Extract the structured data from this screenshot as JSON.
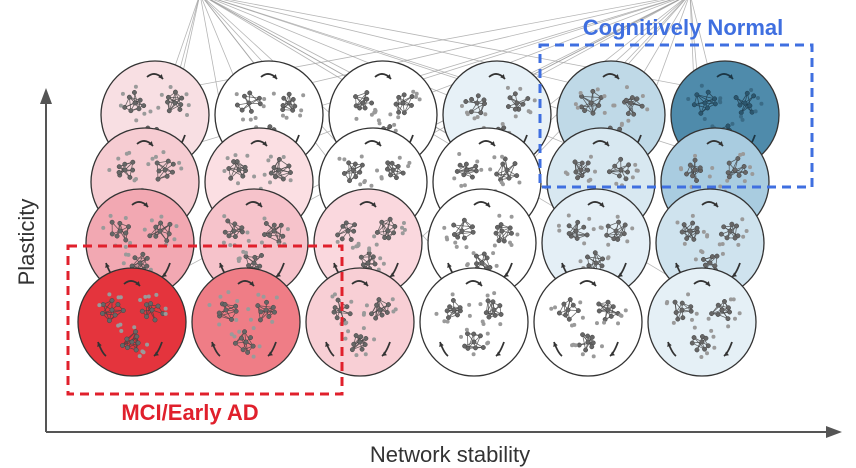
{
  "labels": {
    "x_axis": "Network stability",
    "y_axis": "Plasticity",
    "top_right_group": "Cognitively Normal",
    "bottom_left_group": "MCI/Early AD"
  },
  "colors": {
    "normal_accent": "#3f6fe0",
    "ad_accent": "#e0202c",
    "axis": "#555555",
    "network_line": "#9e9e9e",
    "ring": "#333333"
  },
  "grid": {
    "rows": 4,
    "columns": 6,
    "fills": [
      [
        "#f8dfe3",
        "#ffffff",
        "#ffffff",
        "#e7f1f7",
        "#bfd9e7",
        "#4f8bab"
      ],
      [
        "#f6ccd2",
        "#fbdfe3",
        "#ffffff",
        "#ffffff",
        "#d8e8f1",
        "#a9cce0"
      ],
      [
        "#f2a8b2",
        "#f6c3cb",
        "#fad8de",
        "#ffffff",
        "#e4eff6",
        "#cfe3ee"
      ],
      [
        "#e4343d",
        "#ef7d86",
        "#f8cfd5",
        "#ffffff",
        "#ffffff",
        "#e5f0f6"
      ]
    ]
  }
}
